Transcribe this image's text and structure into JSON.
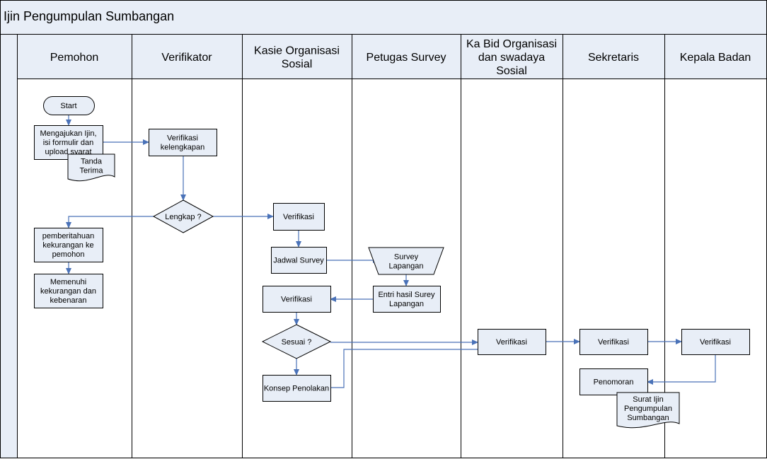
{
  "title": "Ijin Pengumpulan Sumbangan",
  "lanes": [
    {
      "id": "pemohon",
      "lines": [
        "Pemohon"
      ]
    },
    {
      "id": "verifikator",
      "lines": [
        "Verifikator"
      ]
    },
    {
      "id": "kasie",
      "lines": [
        "Kasie Organisasi",
        "Sosial"
      ]
    },
    {
      "id": "petugas",
      "lines": [
        "Petugas Survey"
      ]
    },
    {
      "id": "kabid",
      "lines": [
        "Ka Bid Organisasi",
        "dan swadaya",
        "Sosial"
      ]
    },
    {
      "id": "sekretaris",
      "lines": [
        "Sekretaris"
      ]
    },
    {
      "id": "kepala",
      "lines": [
        "Kepala Badan"
      ]
    }
  ],
  "nodes": [
    {
      "id": "start",
      "shape": "terminator",
      "lines": [
        "Start"
      ]
    },
    {
      "id": "mengajukan",
      "shape": "process",
      "lines": [
        "Mengajukan Ijin,",
        "isi formulir dan",
        "upload syarat"
      ]
    },
    {
      "id": "tanda-terima",
      "shape": "document",
      "lines": [
        "Tanda",
        "Terima"
      ]
    },
    {
      "id": "verif-kelengkapan",
      "shape": "process",
      "lines": [
        "Verifikasi",
        "kelengkapan"
      ]
    },
    {
      "id": "lengkap",
      "shape": "decision",
      "lines": [
        "Lengkap ?"
      ]
    },
    {
      "id": "pemberitahuan",
      "shape": "process",
      "lines": [
        "pemberitahuan",
        "kekurangan ke",
        "pemohon"
      ]
    },
    {
      "id": "memenuhi",
      "shape": "process",
      "lines": [
        "Memenuhi",
        "kekurangan dan",
        "kebenaran"
      ]
    },
    {
      "id": "verif-kasie-1",
      "shape": "process",
      "lines": [
        "Verifikasi"
      ]
    },
    {
      "id": "jadwal",
      "shape": "process",
      "lines": [
        "Jadwal Survey"
      ]
    },
    {
      "id": "survey-lapangan",
      "shape": "manual",
      "lines": [
        "Survey",
        "Lapangan"
      ]
    },
    {
      "id": "entri",
      "shape": "process",
      "lines": [
        "Entri hasil Surey",
        "Lapangan"
      ]
    },
    {
      "id": "verif-kasie-2",
      "shape": "process",
      "lines": [
        "Verifikasi"
      ]
    },
    {
      "id": "sesuai",
      "shape": "decision",
      "lines": [
        "Sesuai ?"
      ]
    },
    {
      "id": "konsep",
      "shape": "process",
      "lines": [
        "Konsep Penolakan"
      ]
    },
    {
      "id": "verif-kabid",
      "shape": "process",
      "lines": [
        "Verifikasi"
      ]
    },
    {
      "id": "verif-sekretaris",
      "shape": "process",
      "lines": [
        "Verifikasi"
      ]
    },
    {
      "id": "verif-kepala",
      "shape": "process",
      "lines": [
        "Verifikasi"
      ]
    },
    {
      "id": "penomoran",
      "shape": "process",
      "lines": [
        "Penomoran"
      ]
    },
    {
      "id": "surat-ijin",
      "shape": "document",
      "lines": [
        "Surat Ijin",
        "Pengumpulan",
        "Sumbangan"
      ]
    }
  ],
  "edges": [
    {
      "from": "start",
      "to": "mengajukan"
    },
    {
      "from": "mengajukan",
      "to": "verif-kelengkapan"
    },
    {
      "from": "verif-kelengkapan",
      "to": "lengkap"
    },
    {
      "from": "lengkap",
      "to": "pemberitahuan"
    },
    {
      "from": "lengkap",
      "to": "verif-kasie-1"
    },
    {
      "from": "pemberitahuan",
      "to": "memenuhi"
    },
    {
      "from": "verif-kasie-1",
      "to": "jadwal"
    },
    {
      "from": "jadwal",
      "to": "survey-lapangan"
    },
    {
      "from": "survey-lapangan",
      "to": "entri"
    },
    {
      "from": "entri",
      "to": "verif-kasie-2"
    },
    {
      "from": "verif-kasie-2",
      "to": "sesuai"
    },
    {
      "from": "sesuai",
      "to": "verif-kabid"
    },
    {
      "from": "sesuai",
      "to": "konsep"
    },
    {
      "from": "konsep",
      "to": "verif-kabid"
    },
    {
      "from": "verif-kabid",
      "to": "verif-sekretaris"
    },
    {
      "from": "verif-sekretaris",
      "to": "verif-kepala"
    },
    {
      "from": "verif-kepala",
      "to": "penomoran"
    }
  ],
  "colors": {
    "shape_fill": "#e8eef7",
    "arrow": "#4a72b8",
    "title_bar": "#e8eef7"
  }
}
